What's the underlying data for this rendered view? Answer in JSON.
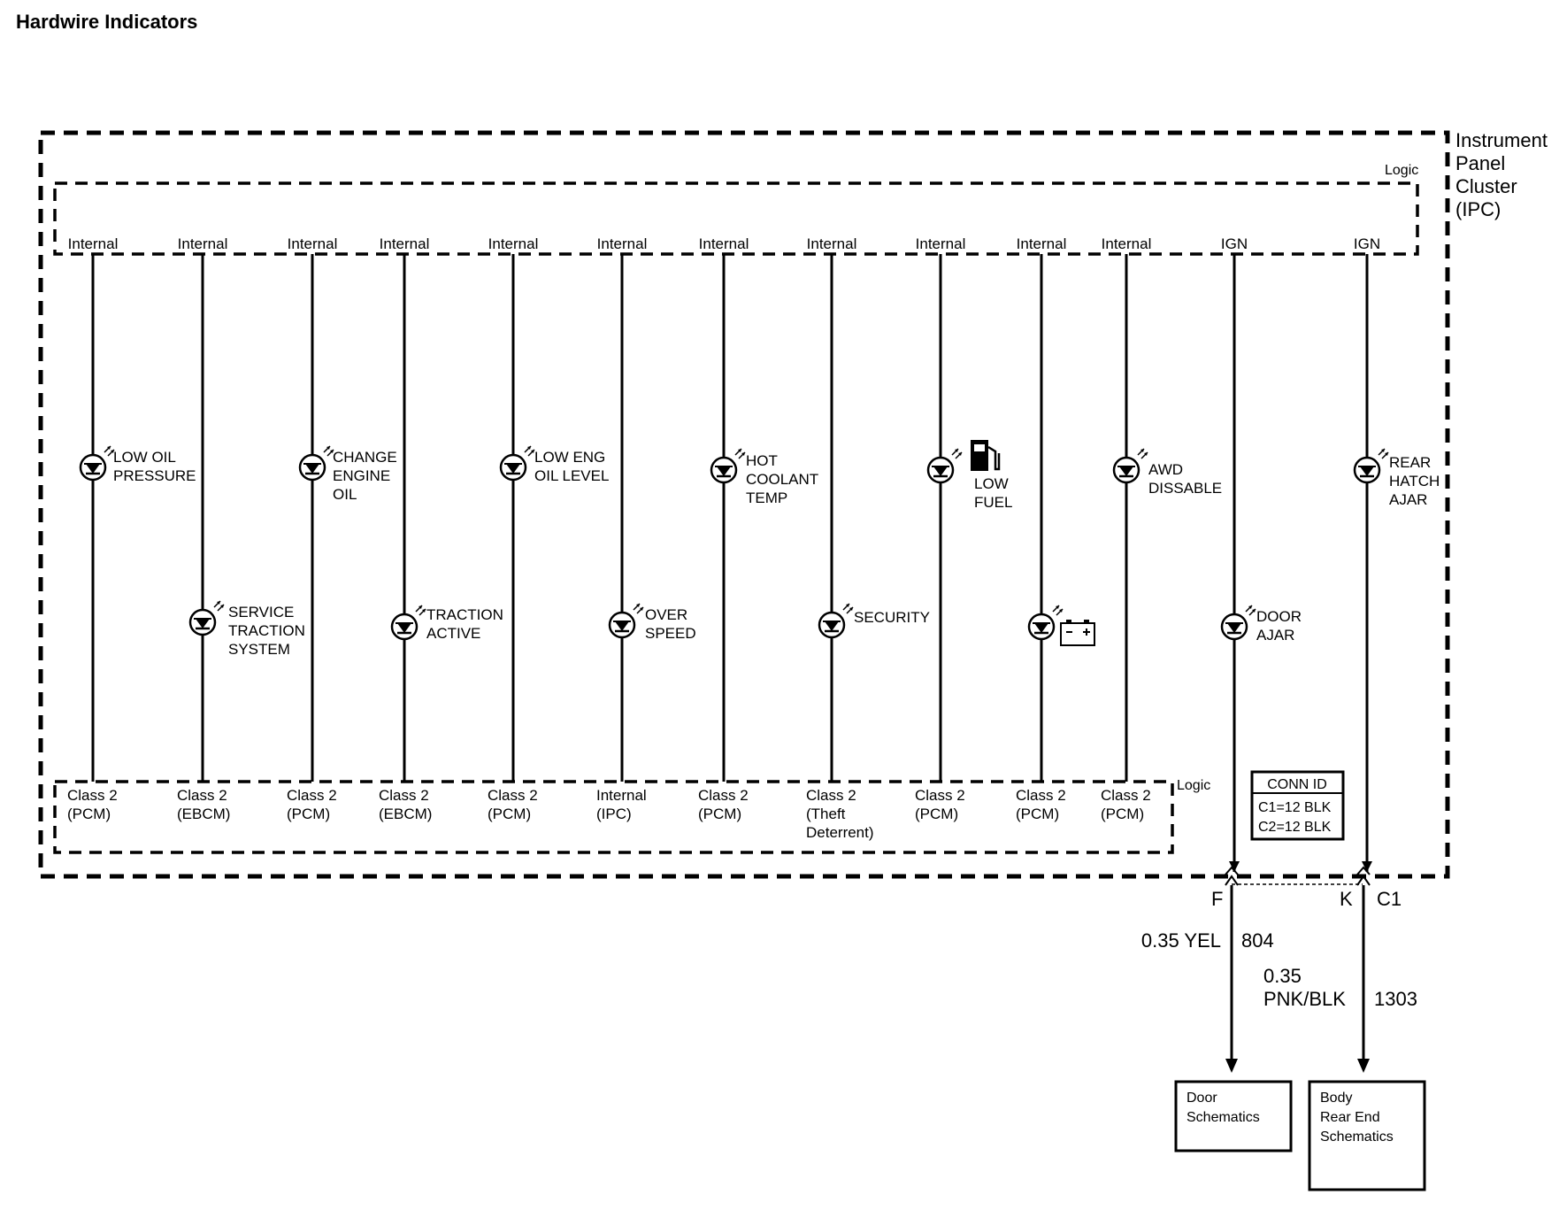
{
  "title": "Hardwire Indicators",
  "ipc_label": [
    "Instrument",
    "Panel",
    "Cluster",
    "(IPC)"
  ],
  "logic_label": "Logic",
  "columns": [
    {
      "top": "Internal",
      "bottom": [
        "Class 2",
        "(PCM)"
      ],
      "indicator": [
        "LOW OIL",
        "PRESSURE"
      ],
      "icon": "lamp-icon"
    },
    {
      "top": "Internal",
      "bottom": [
        "Class 2",
        "(EBCM)"
      ],
      "indicator": [
        "SERVICE",
        "TRACTION",
        "SYSTEM"
      ],
      "icon": "lamp-icon"
    },
    {
      "top": "Internal",
      "bottom": [
        "Class 2",
        "(PCM)"
      ],
      "indicator": [
        "CHANGE",
        "ENGINE",
        "OIL"
      ],
      "icon": "lamp-icon"
    },
    {
      "top": "Internal",
      "bottom": [
        "Class 2",
        "(EBCM)"
      ],
      "indicator": [
        "TRACTION",
        "ACTIVE"
      ],
      "icon": "lamp-icon"
    },
    {
      "top": "Internal",
      "bottom": [
        "Class 2",
        "(PCM)"
      ],
      "indicator": [
        "LOW ENG",
        "OIL LEVEL"
      ],
      "icon": "lamp-icon"
    },
    {
      "top": "Internal",
      "bottom": [
        "Internal",
        "(IPC)"
      ],
      "indicator": [
        "OVER",
        "SPEED"
      ],
      "icon": "lamp-icon"
    },
    {
      "top": "Internal",
      "bottom": [
        "Class 2",
        "(PCM)"
      ],
      "indicator": [
        "HOT",
        "COOLANT",
        "TEMP"
      ],
      "icon": "lamp-icon"
    },
    {
      "top": "Internal",
      "bottom": [
        "Class 2",
        "(Theft",
        "Deterrent)"
      ],
      "indicator": [
        "SECURITY"
      ],
      "icon": "lamp-icon"
    },
    {
      "top": "Internal",
      "bottom": [
        "Class 2",
        "(PCM)"
      ],
      "indicator": [
        "LOW",
        "FUEL"
      ],
      "icon": "fuel-pump-icon"
    },
    {
      "top": "Internal",
      "bottom": [
        "Class 2",
        "(PCM)"
      ],
      "indicator": [],
      "icon": "battery-icon"
    },
    {
      "top": "Internal",
      "bottom": [
        "Class 2",
        "(PCM)"
      ],
      "indicator": [
        "AWD",
        "DISSABLE"
      ],
      "icon": "lamp-icon"
    },
    {
      "top": "IGN",
      "bottom": [],
      "indicator": [
        "DOOR",
        "AJAR"
      ],
      "icon": "lamp-icon"
    },
    {
      "top": "IGN",
      "bottom": [],
      "indicator": [
        "REAR",
        "HATCH",
        "AJAR"
      ],
      "icon": "lamp-icon"
    }
  ],
  "conn_id": {
    "title": "CONN ID",
    "lines": [
      "C1=12 BLK",
      "C2=12 BLK"
    ]
  },
  "connectors": {
    "pin_left": "F",
    "pin_right": "K",
    "connector": "C1"
  },
  "wires": [
    {
      "size_color": "0.35 YEL",
      "circuit": "804"
    },
    {
      "size_color_lines": [
        "0.35",
        "PNK/BLK"
      ],
      "circuit": "1303"
    }
  ],
  "destinations": [
    {
      "lines": [
        "Door",
        "Schematics"
      ]
    },
    {
      "lines": [
        "Body",
        "Rear End",
        "Schematics"
      ]
    }
  ]
}
